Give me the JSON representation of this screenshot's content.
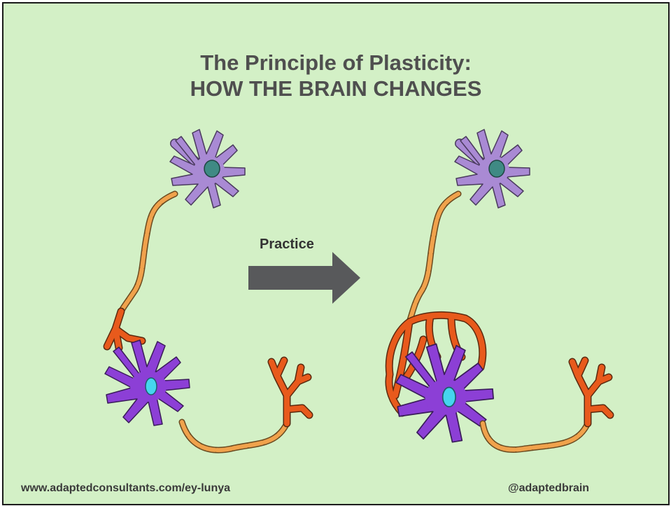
{
  "slide": {
    "title_line1": "The Principle of Plasticity:",
    "title_line2": "HOW THE BRAIN CHANGES",
    "arrow_label": "Practice",
    "footer_url": "www.adaptedconsultants.com/ey-lunya",
    "footer_handle": "@adaptedbrain"
  },
  "colors": {
    "background": "#d3f0c6",
    "text": "#4f4f4f",
    "arrow": "#58595b",
    "upper_neuron": "#a98ad4",
    "upper_nucleus": "#3f8a84",
    "lower_neuron": "#8c3fd6",
    "lower_nucleus": "#45d6ef",
    "axon": "#f0a24c",
    "terminal": "#e85a1c"
  }
}
